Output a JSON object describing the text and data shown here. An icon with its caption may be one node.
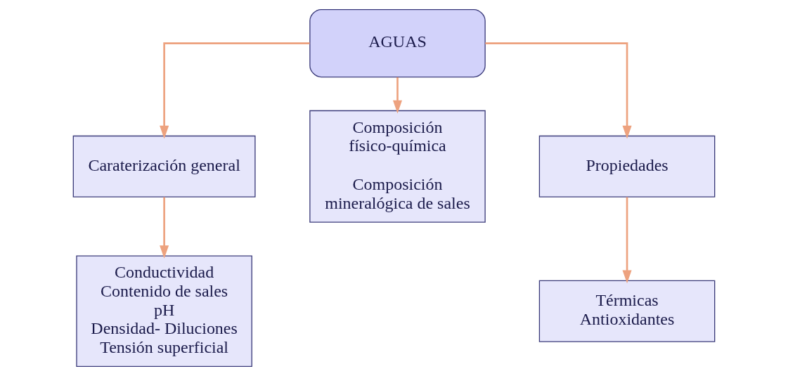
{
  "diagram": {
    "nodes": [
      {
        "text": [
          "AGUAS"
        ]
      },
      {
        "text": [
          "Caraterización general"
        ]
      },
      {
        "text": [
          "Composición físico-química",
          "Composición mineralógica de sales"
        ]
      },
      {
        "text": [
          "Propiedades"
        ]
      },
      {
        "text": [
          "Conductividad",
          "Contenido de sales",
          "pH",
          "Densidad- Diluciones",
          "Tensión superficial"
        ]
      },
      {
        "text": [
          "Térmicas",
          "Antioxidantes"
        ]
      }
    ],
    "edges": [
      {
        "from": 0,
        "to": 1,
        "arrow": "to"
      },
      {
        "from": 0,
        "to": 2,
        "arrow": "to"
      },
      {
        "from": 0,
        "to": 3,
        "arrow": "to"
      },
      {
        "from": 1,
        "to": 4,
        "arrow": "to"
      },
      {
        "from": 3,
        "to": 5,
        "arrow": "to"
      }
    ]
  }
}
